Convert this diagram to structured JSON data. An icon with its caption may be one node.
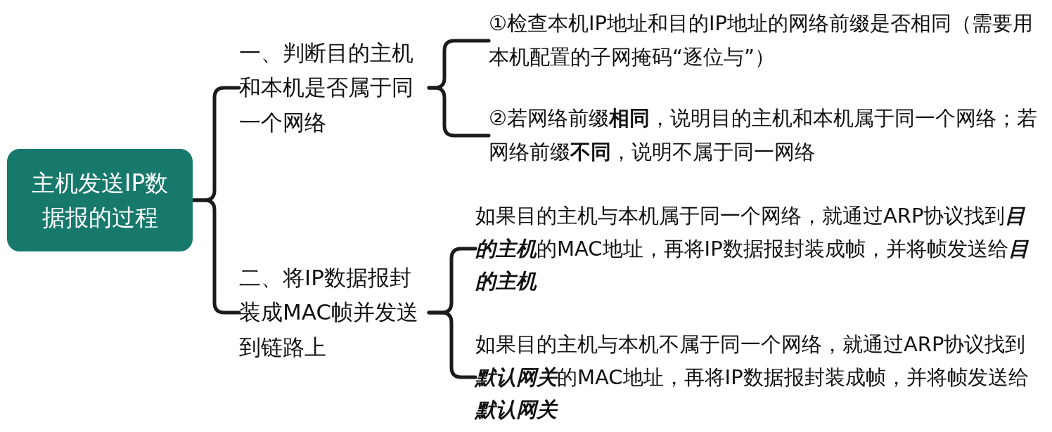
{
  "diagram": {
    "nodes": [
      {
        "text": [
          "主机发送IP数据报的过程"
        ]
      },
      {
        "text": [
          "一、判断目的主机和本机是否属于同一个网络"
        ]
      },
      {
        "text": [
          "二、将IP数据报封装成MAC帧并发送到链路上"
        ]
      },
      {
        "text": [
          "①检查本机IP地址和目的IP地址的网络前缀是否相同（需要用本机配置的子网掩码“逐位与”）"
        ]
      },
      {
        "text": [
          "②若网络前缀**相同**，说明目的主机和本机属于同一个网络；若网络前缀**不同**，说明不属于同一网络"
        ]
      },
      {
        "text": [
          "如果目的主机与本机属于同一个网络，就通过ARP协议找到**目的主机**的MAC地址，再将IP数据报封装成帧，并将帧发送给**目的主机**"
        ]
      },
      {
        "text": [
          "如果目的主机与本机不属于同一个网络，就通过ARP协议找到**默认网关**的MAC地址，再将IP数据报封装成帧，并将帧发送给**默认网关**"
        ]
      }
    ],
    "edges": [
      {
        "from": 0,
        "to": 1,
        "arrow": "none"
      },
      {
        "from": 0,
        "to": 2,
        "arrow": "none"
      },
      {
        "from": 1,
        "to": 3,
        "arrow": "none"
      },
      {
        "from": 1,
        "to": 4,
        "arrow": "none"
      },
      {
        "from": 2,
        "to": 5,
        "arrow": "none"
      },
      {
        "from": 2,
        "to": 6,
        "arrow": "none"
      }
    ]
  }
}
